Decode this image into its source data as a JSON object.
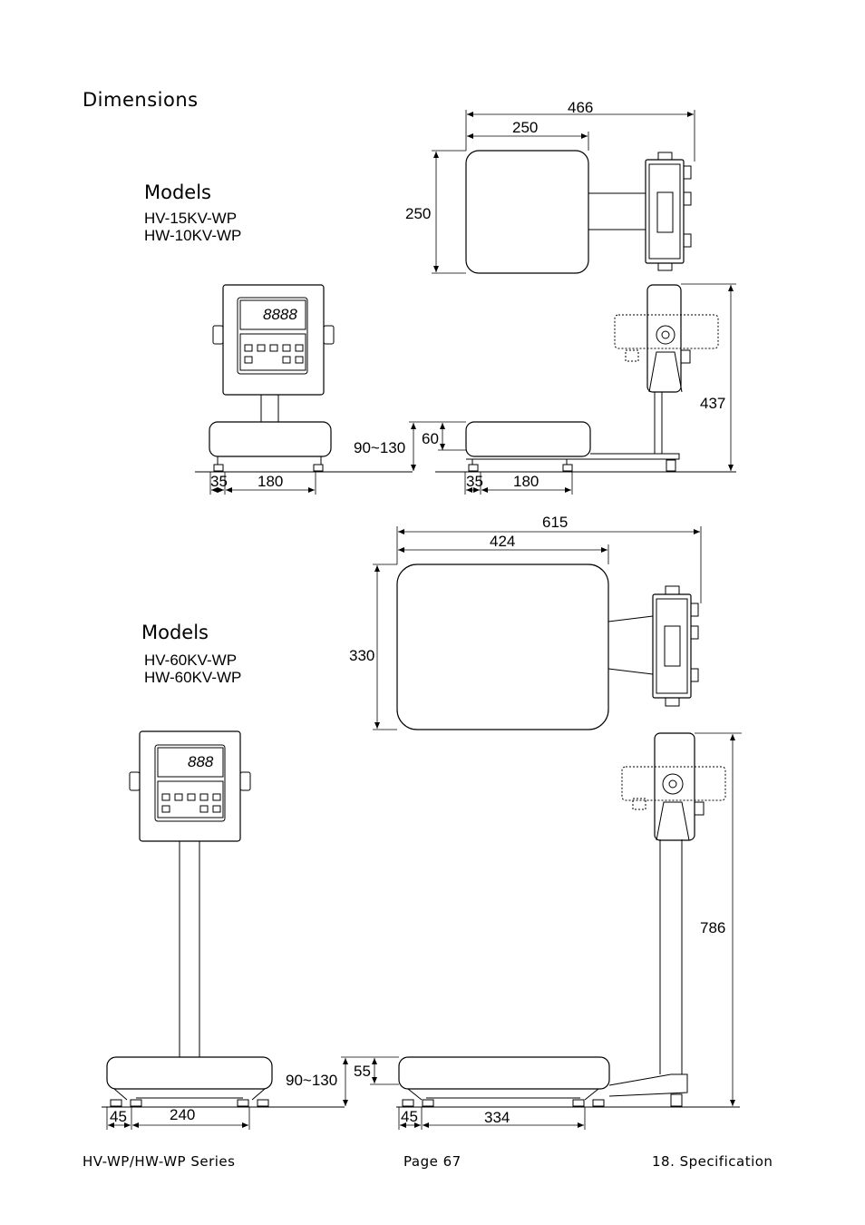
{
  "section_title": "Dimensions",
  "group1": {
    "models_heading": "Models",
    "models": [
      "HV-15KV-WP",
      "HW-10KV-WP"
    ],
    "dims": {
      "total_width": "466",
      "platform_width_top": "250",
      "platform_depth": "250",
      "height_total": "437",
      "platform_height_range": "90~130",
      "platform_height": "60",
      "foot_offset_front": "35",
      "foot_span_front": "180",
      "foot_offset_side": "35",
      "foot_span_side": "180"
    }
  },
  "group2": {
    "models_heading": "Models",
    "models": [
      "HV-60KV-WP",
      "HW-60KV-WP"
    ],
    "dims": {
      "total_width": "615",
      "platform_width_top": "424",
      "platform_depth": "330",
      "height_total": "786",
      "platform_height_range": "90~130",
      "platform_height": "55",
      "foot_offset_front": "45",
      "foot_span_front": "240",
      "foot_offset_side": "45",
      "foot_span_side": "334"
    }
  },
  "footer": {
    "left": "HV-WP/HW-WP Series",
    "center": "Page 67",
    "right": "18. Specification"
  }
}
